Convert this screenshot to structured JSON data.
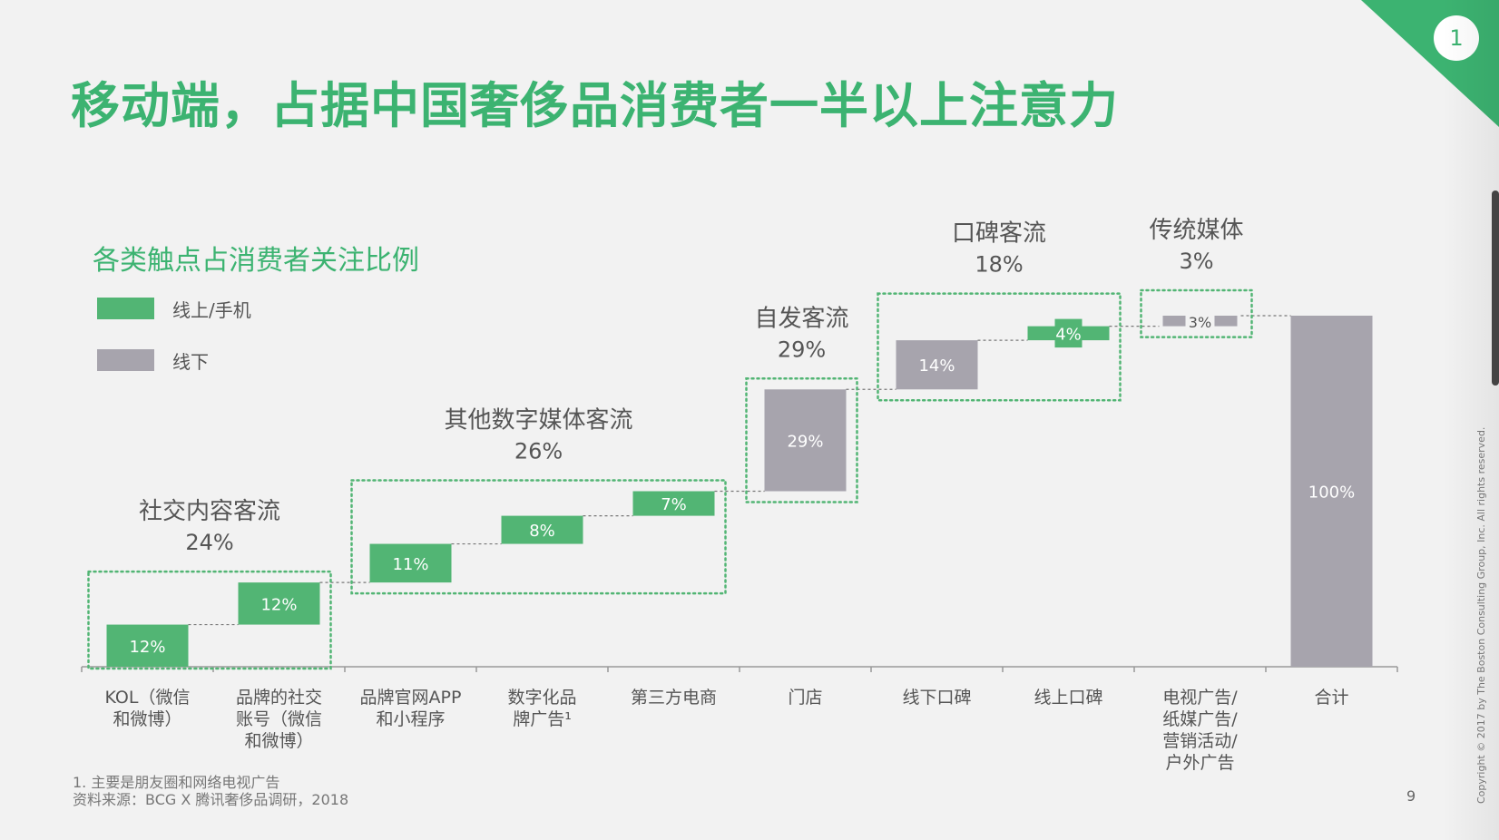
{
  "title": "移动端，占据中国奢侈品消费者一半以上注意力",
  "subtitle": "各类触点占消费者关注比例",
  "corner_number": "1",
  "page_number": "9",
  "copyright": "Copyright © 2017 by The Boston Consulting Group, Inc. All rights reserved.",
  "legend": [
    {
      "label": "线上/手机",
      "color": "#52b574"
    },
    {
      "label": "线下",
      "color": "#a7a4ad"
    }
  ],
  "footnotes": [
    "1. 主要是朋友圈和网络电视广告",
    "资料来源：BCG X 腾讯奢侈品调研，2018"
  ],
  "chart_data": {
    "type": "bar",
    "subtype": "waterfall",
    "ylim": [
      0,
      100
    ],
    "categories": [
      "KOL（微信\n和微博）",
      "品牌的社交\n账号（微信\n和微博）",
      "品牌官网APP\n和小程序",
      "数字化品\n牌广告¹",
      "第三方电商",
      "门店",
      "线下口碑",
      "线上口碑",
      "电视广告/\n纸媒广告/\n营销活动/\n户外广告",
      "合计"
    ],
    "bars": [
      {
        "value": 12,
        "label": "12%",
        "channel": "online",
        "start": 0
      },
      {
        "value": 12,
        "label": "12%",
        "channel": "online",
        "start": 12
      },
      {
        "value": 11,
        "label": "11%",
        "channel": "online",
        "start": 24
      },
      {
        "value": 8,
        "label": "8%",
        "channel": "online",
        "start": 35
      },
      {
        "value": 7,
        "label": "7%",
        "channel": "online",
        "start": 43
      },
      {
        "value": 29,
        "label": "29%",
        "channel": "offline",
        "start": 50
      },
      {
        "value": 14,
        "label": "14%",
        "channel": "offline",
        "start": 79
      },
      {
        "value": 4,
        "label": "4%",
        "channel": "online",
        "start": 93
      },
      {
        "value": 3,
        "label": "3%",
        "channel": "offline",
        "start": 97
      },
      {
        "value": 100,
        "label": "100%",
        "channel": "offline",
        "start": 0
      }
    ],
    "groups": [
      {
        "name": "社交内容客流",
        "total": "24%",
        "from": 0,
        "to": 1
      },
      {
        "name": "其他数字媒体客流",
        "total": "26%",
        "from": 2,
        "to": 4
      },
      {
        "name": "自发客流",
        "total": "29%",
        "from": 5,
        "to": 5
      },
      {
        "name": "口碑客流",
        "total": "18%",
        "from": 6,
        "to": 7
      },
      {
        "name": "传统媒体",
        "total": "3%",
        "from": 8,
        "to": 8
      }
    ],
    "colors": {
      "online": "#52b574",
      "offline": "#a7a4ad",
      "dotted_box": "#52b574"
    }
  }
}
